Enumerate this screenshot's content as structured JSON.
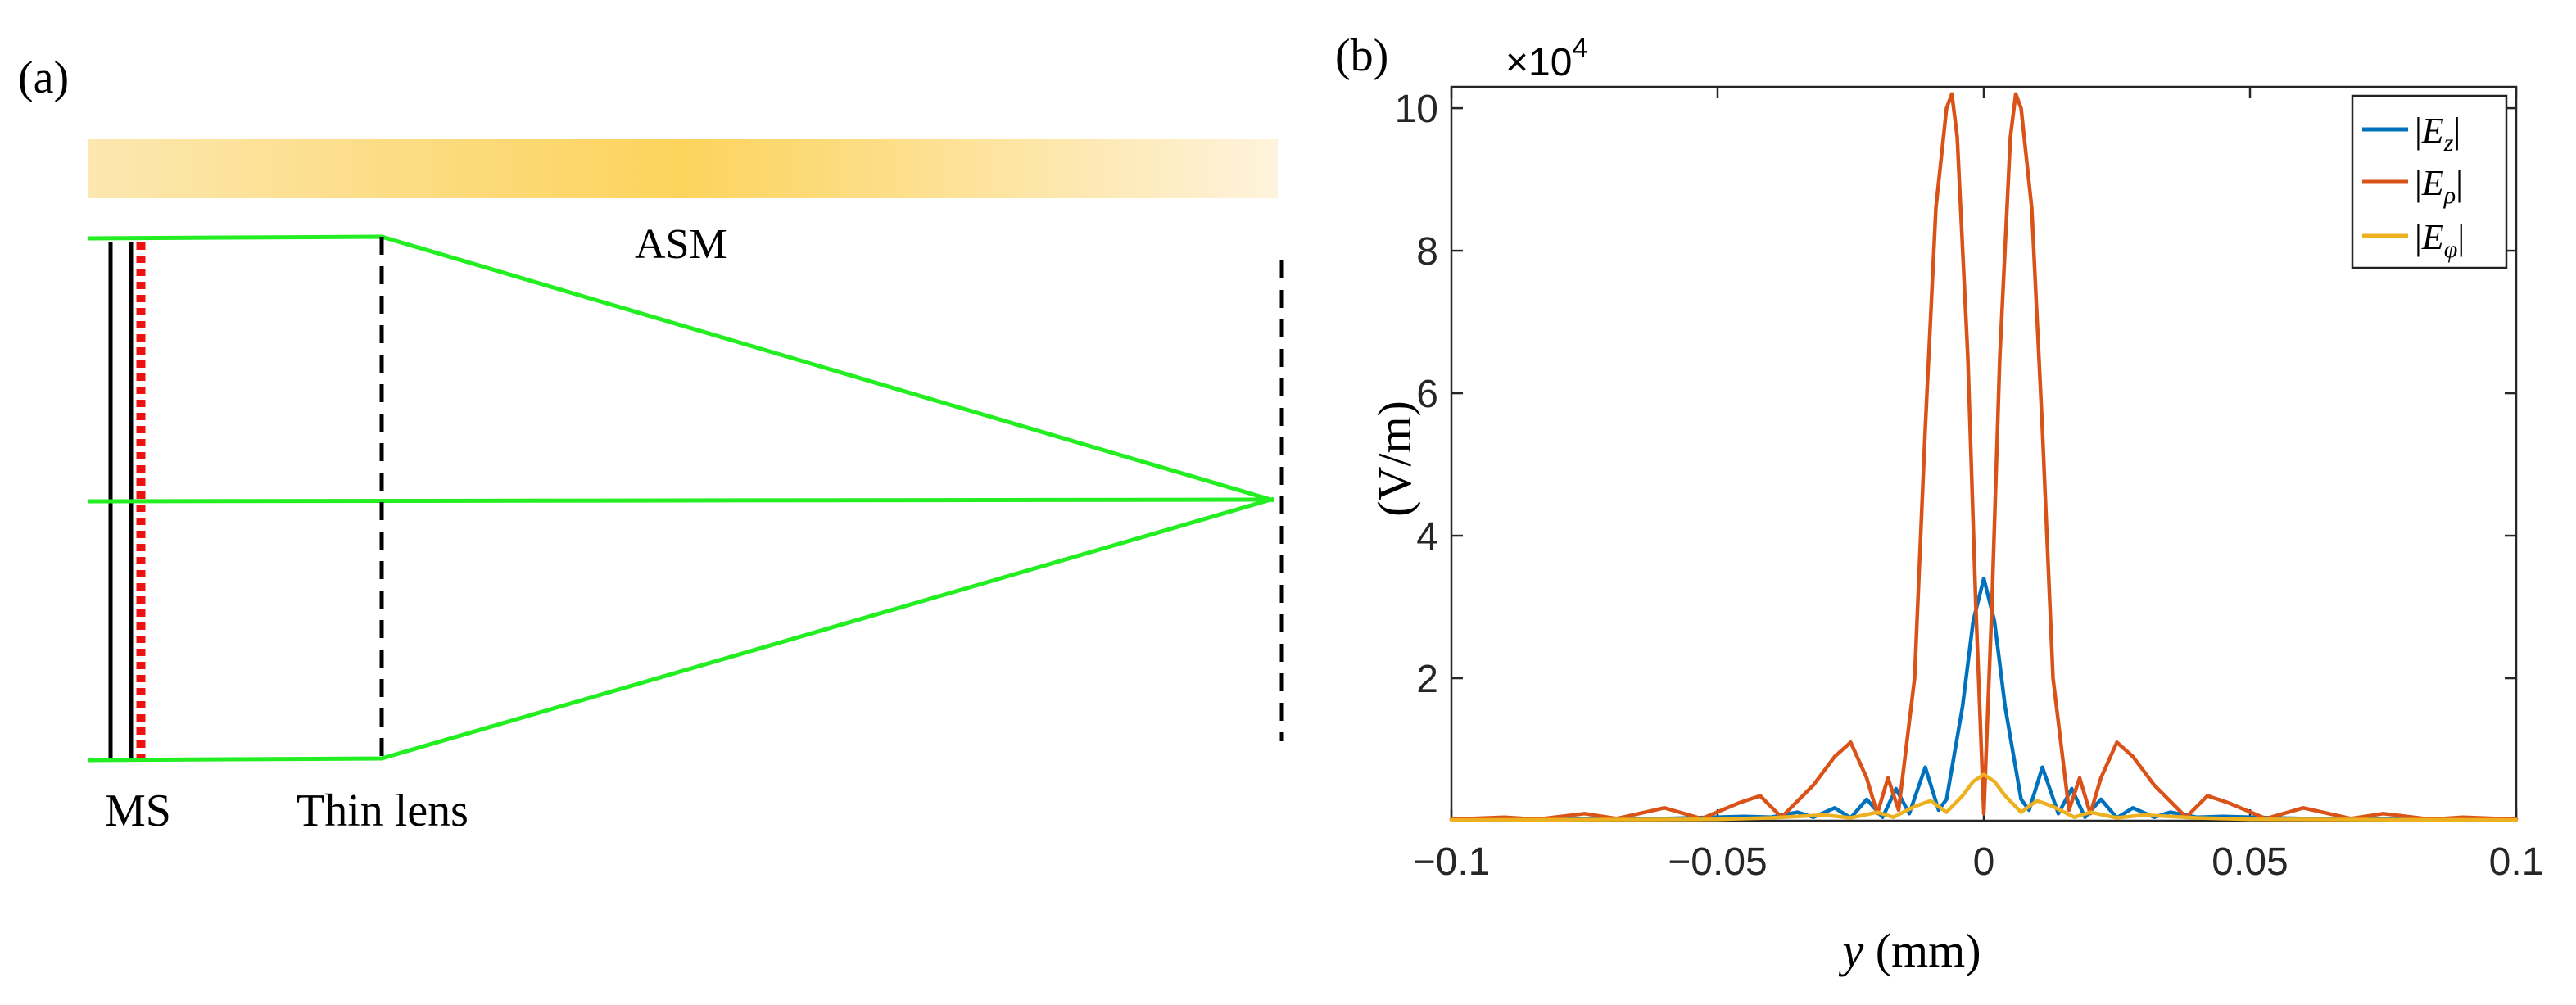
{
  "panel_a": {
    "label": "(a)",
    "asm_label": "ASM",
    "ms_label": "MS",
    "lens_label": "Thin lens",
    "colors": {
      "rays": "#22ee22",
      "asm_band": "#fcd25a",
      "ms_dots": "#ee1111",
      "lines": "#000000"
    }
  },
  "panel_b": {
    "label": "(b)",
    "chart_data": {
      "type": "line",
      "x_label": "y (mm)",
      "y_label": "(V/m)",
      "y_multiplier": "×10",
      "y_multiplier_exponent": "4",
      "xlim": [
        -0.1,
        0.1
      ],
      "ylim": [
        0,
        10.3
      ],
      "x_ticks": [
        -0.1,
        -0.05,
        0,
        0.05,
        0.1
      ],
      "x_tick_labels": [
        "−0.1",
        "−0.05",
        "0",
        "0.05",
        "0.1"
      ],
      "y_ticks": [
        2,
        4,
        6,
        8,
        10
      ],
      "y_tick_labels": [
        "2",
        "4",
        "6",
        "8",
        "10"
      ],
      "legend_position": "top-right",
      "grid": false,
      "series": [
        {
          "name": "|E_z|",
          "legend_main": "E",
          "legend_sub": "z",
          "color": "#0072bd",
          "points": [
            [
              -0.1,
              0.02
            ],
            [
              -0.06,
              0.03
            ],
            [
              -0.045,
              0.06
            ],
            [
              -0.04,
              0.05
            ],
            [
              -0.035,
              0.12
            ],
            [
              -0.032,
              0.05
            ],
            [
              -0.028,
              0.18
            ],
            [
              -0.025,
              0.04
            ],
            [
              -0.022,
              0.3
            ],
            [
              -0.019,
              0.05
            ],
            [
              -0.0165,
              0.45
            ],
            [
              -0.014,
              0.1
            ],
            [
              -0.011,
              0.75
            ],
            [
              -0.0085,
              0.15
            ],
            [
              -0.007,
              0.3
            ],
            [
              -0.004,
              1.6
            ],
            [
              -0.002,
              2.8
            ],
            [
              0,
              3.4
            ],
            [
              0.002,
              2.8
            ],
            [
              0.004,
              1.6
            ],
            [
              0.007,
              0.3
            ],
            [
              0.0085,
              0.15
            ],
            [
              0.011,
              0.75
            ],
            [
              0.014,
              0.1
            ],
            [
              0.0165,
              0.45
            ],
            [
              0.019,
              0.05
            ],
            [
              0.022,
              0.3
            ],
            [
              0.025,
              0.04
            ],
            [
              0.028,
              0.18
            ],
            [
              0.032,
              0.05
            ],
            [
              0.035,
              0.12
            ],
            [
              0.04,
              0.05
            ],
            [
              0.045,
              0.06
            ],
            [
              0.06,
              0.03
            ],
            [
              0.1,
              0.02
            ]
          ]
        },
        {
          "name": "|E_ρ|",
          "legend_main": "E",
          "legend_sub": "ρ",
          "color": "#d95319",
          "points": [
            [
              -0.1,
              0.02
            ],
            [
              -0.09,
              0.05
            ],
            [
              -0.084,
              0.02
            ],
            [
              -0.075,
              0.1
            ],
            [
              -0.069,
              0.03
            ],
            [
              -0.06,
              0.18
            ],
            [
              -0.053,
              0.03
            ],
            [
              -0.046,
              0.25
            ],
            [
              -0.042,
              0.35
            ],
            [
              -0.038,
              0.05
            ],
            [
              -0.032,
              0.5
            ],
            [
              -0.028,
              0.9
            ],
            [
              -0.025,
              1.1
            ],
            [
              -0.022,
              0.6
            ],
            [
              -0.02,
              0.1
            ],
            [
              -0.018,
              0.6
            ],
            [
              -0.016,
              0.15
            ],
            [
              -0.013,
              2.0
            ],
            [
              -0.011,
              5.5
            ],
            [
              -0.009,
              8.6
            ],
            [
              -0.007,
              10.0
            ],
            [
              -0.006,
              10.2
            ],
            [
              -0.005,
              9.6
            ],
            [
              -0.003,
              6.5
            ],
            [
              -0.0015,
              3.0
            ],
            [
              0,
              0.1
            ],
            [
              0.0015,
              3.0
            ],
            [
              0.003,
              6.5
            ],
            [
              0.005,
              9.6
            ],
            [
              0.006,
              10.2
            ],
            [
              0.007,
              10.0
            ],
            [
              0.009,
              8.6
            ],
            [
              0.011,
              5.5
            ],
            [
              0.013,
              2.0
            ],
            [
              0.016,
              0.15
            ],
            [
              0.018,
              0.6
            ],
            [
              0.02,
              0.1
            ],
            [
              0.022,
              0.6
            ],
            [
              0.025,
              1.1
            ],
            [
              0.028,
              0.9
            ],
            [
              0.032,
              0.5
            ],
            [
              0.038,
              0.05
            ],
            [
              0.042,
              0.35
            ],
            [
              0.046,
              0.25
            ],
            [
              0.053,
              0.03
            ],
            [
              0.06,
              0.18
            ],
            [
              0.069,
              0.03
            ],
            [
              0.075,
              0.1
            ],
            [
              0.084,
              0.02
            ],
            [
              0.09,
              0.05
            ],
            [
              0.1,
              0.02
            ]
          ]
        },
        {
          "name": "|E_φ|",
          "legend_main": "E",
          "legend_sub": "φ",
          "color": "#edb120",
          "points": [
            [
              -0.1,
              0.01
            ],
            [
              -0.05,
              0.02
            ],
            [
              -0.04,
              0.04
            ],
            [
              -0.03,
              0.08
            ],
            [
              -0.025,
              0.04
            ],
            [
              -0.02,
              0.12
            ],
            [
              -0.017,
              0.05
            ],
            [
              -0.013,
              0.2
            ],
            [
              -0.01,
              0.28
            ],
            [
              -0.007,
              0.12
            ],
            [
              -0.004,
              0.35
            ],
            [
              -0.002,
              0.55
            ],
            [
              0,
              0.65
            ],
            [
              0.002,
              0.55
            ],
            [
              0.004,
              0.35
            ],
            [
              0.007,
              0.12
            ],
            [
              0.01,
              0.28
            ],
            [
              0.013,
              0.2
            ],
            [
              0.017,
              0.05
            ],
            [
              0.02,
              0.12
            ],
            [
              0.025,
              0.04
            ],
            [
              0.03,
              0.08
            ],
            [
              0.04,
              0.04
            ],
            [
              0.05,
              0.02
            ],
            [
              0.1,
              0.01
            ]
          ]
        }
      ]
    }
  }
}
